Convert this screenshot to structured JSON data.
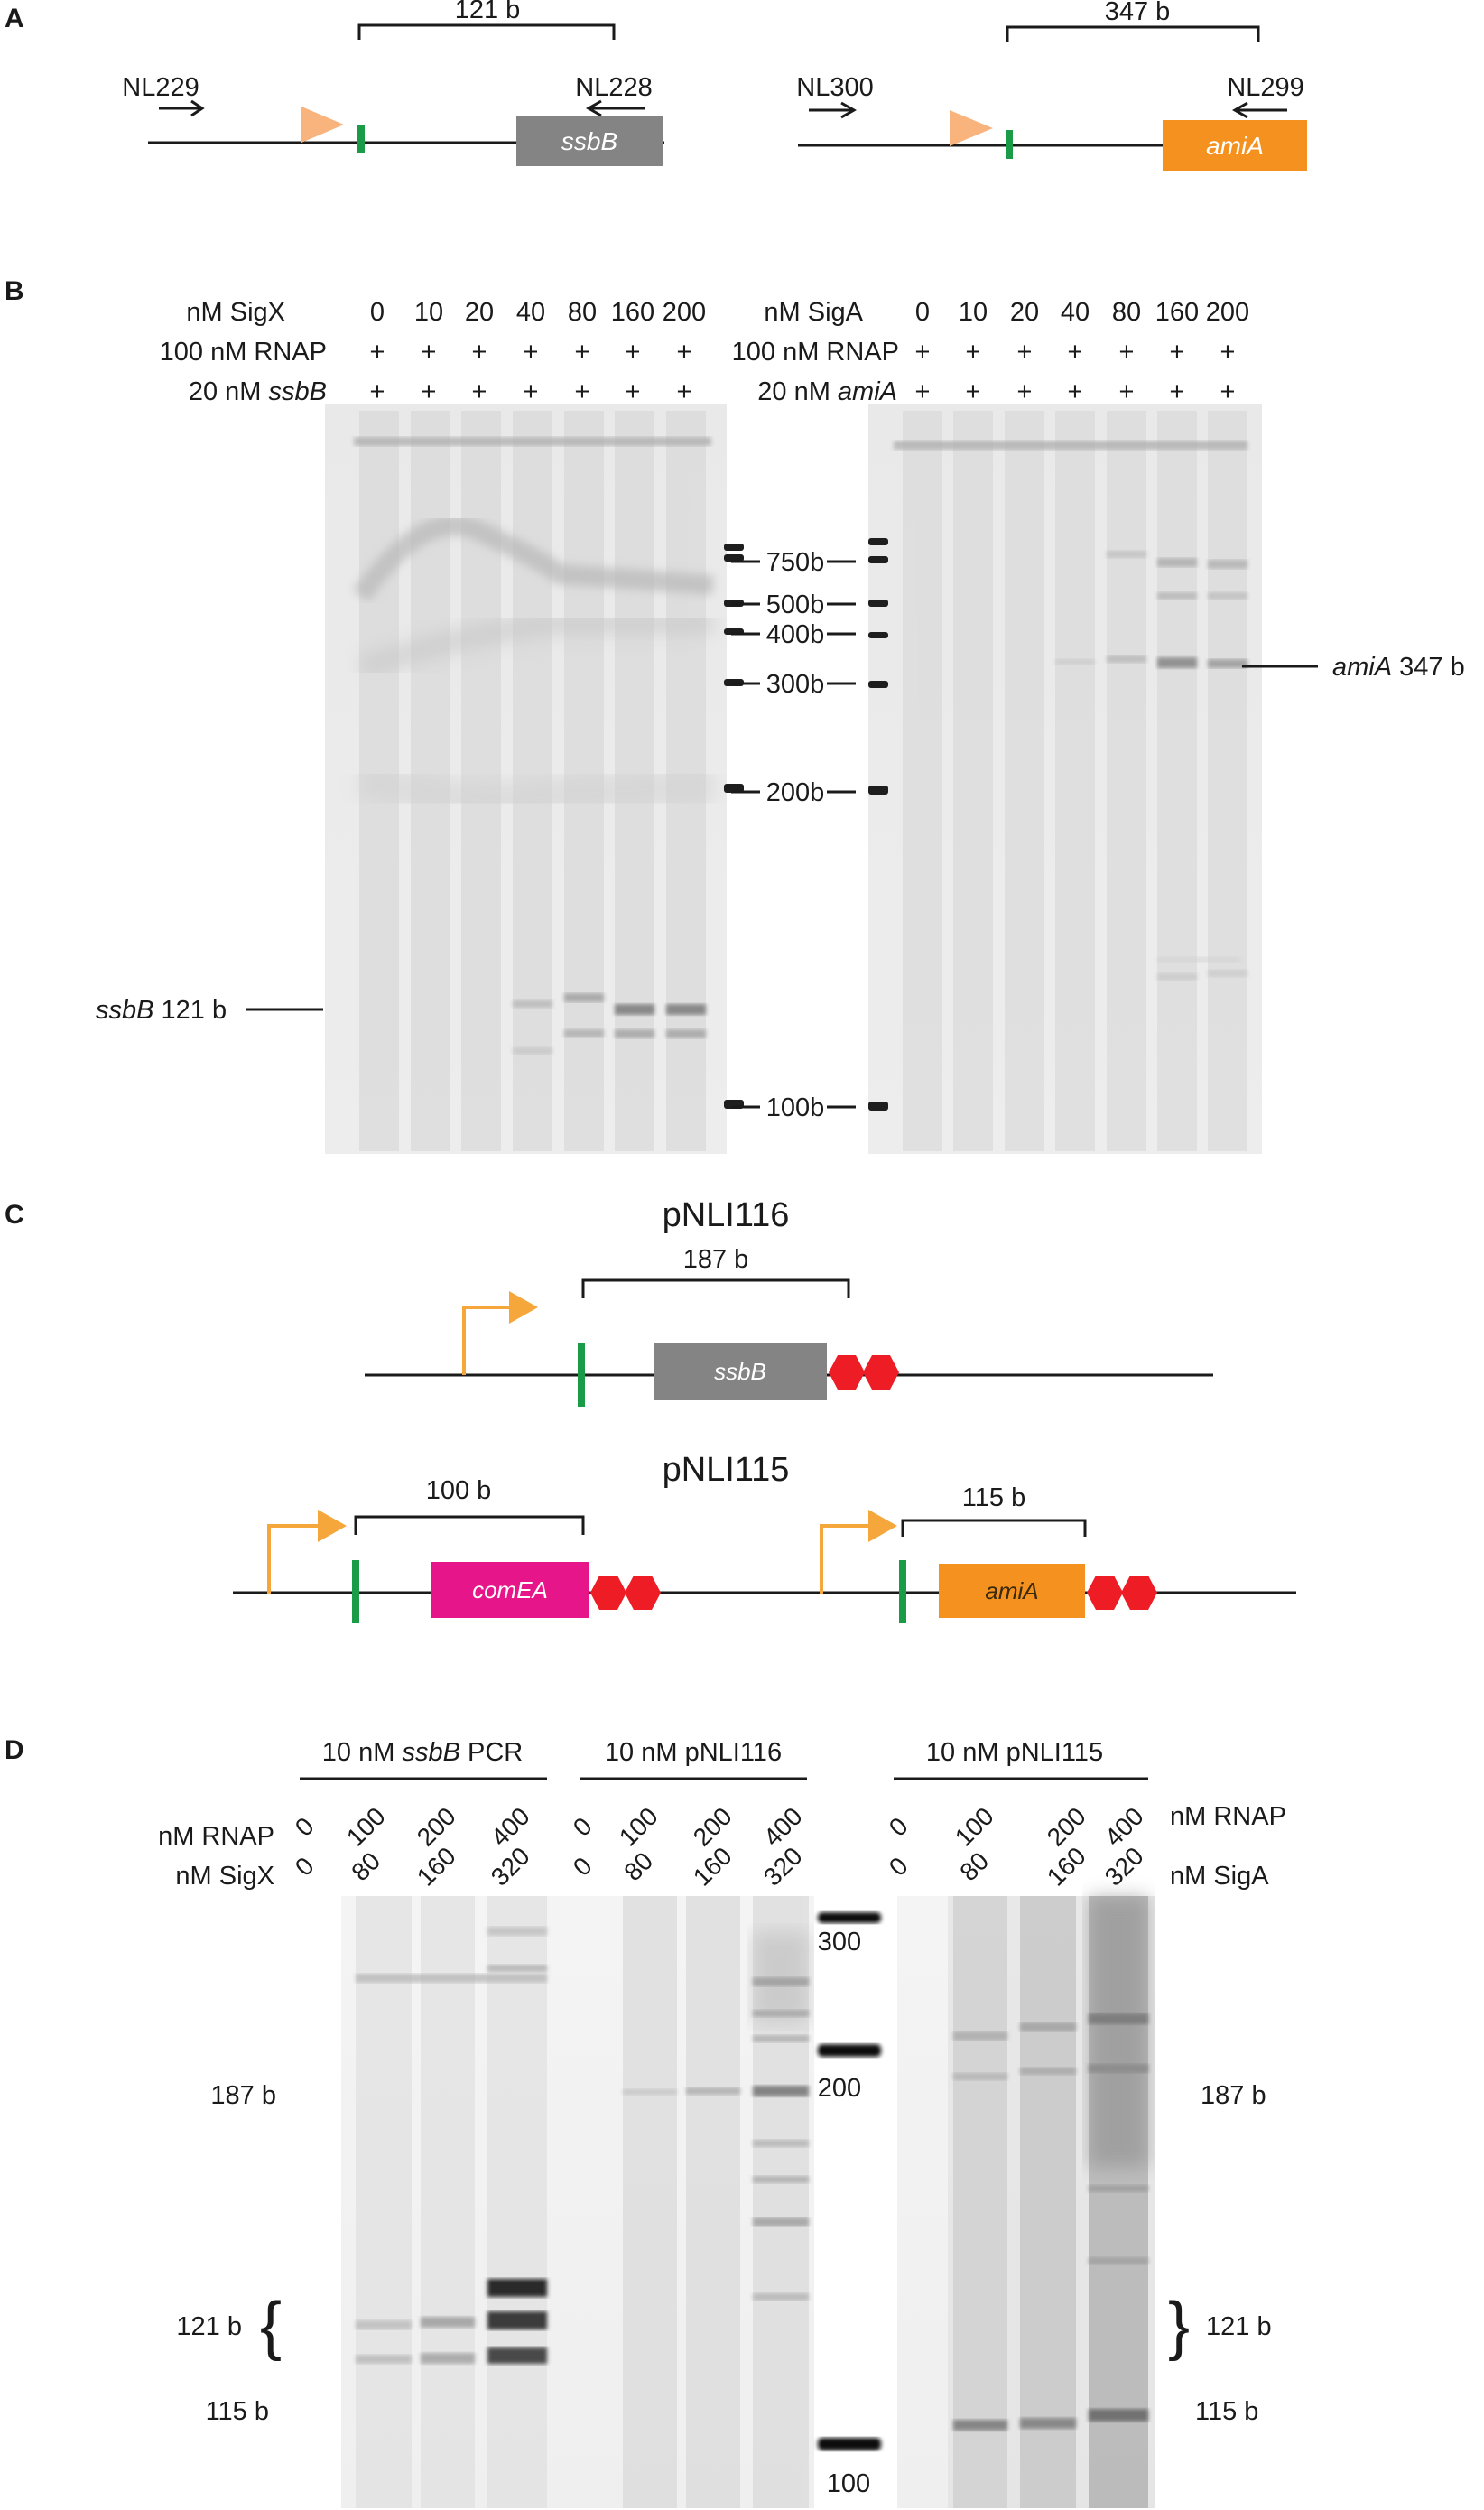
{
  "panel_a": {
    "label": "A",
    "left": {
      "span": "121 b",
      "fwd_primer": "NL229",
      "rev_primer": "NL228",
      "gene": "ssbB"
    },
    "right": {
      "span": "347 b",
      "fwd_primer": "NL300",
      "rev_primer": "NL299",
      "gene": "amiA"
    }
  },
  "panel_b": {
    "label": "B",
    "left": {
      "row1_label": "nM SigX",
      "row2_label": "100 nM RNAP",
      "row3_prefix": "20 nM ",
      "row3_gene": "ssbB",
      "conc": [
        "0",
        "10",
        "20",
        "40",
        "80",
        "160",
        "200"
      ],
      "plus": "+",
      "band_gene": "ssbB",
      "band_size": " 121 b"
    },
    "right": {
      "row1_label": "nM SigA",
      "row2_label": "100 nM RNAP",
      "row3_prefix": "20 nM ",
      "row3_gene": "amiA",
      "conc": [
        "0",
        "10",
        "20",
        "40",
        "80",
        "160",
        "200"
      ],
      "plus": "+",
      "band_gene": "amiA",
      "band_size": " 347 b"
    },
    "ladder": [
      "750b",
      "500b",
      "400b",
      "300b",
      "200b",
      "100b"
    ]
  },
  "panel_c": {
    "label": "C",
    "plasmid1": {
      "name": "pNLI116",
      "span": "187 b",
      "gene": "ssbB"
    },
    "plasmid2": {
      "name": "pNLI115",
      "span_left": "100 b",
      "gene_left": "comEA",
      "span_right": "115 b",
      "gene_right": "amiA"
    }
  },
  "panel_d": {
    "label": "D",
    "group1": {
      "prefix": "10 nM ",
      "gene": "ssbB",
      "suffix": " PCR"
    },
    "group2": "10 nM pNLI116",
    "group3": "10 nM pNLI115",
    "row_rnap": "nM RNAP",
    "row_sigx": "nM SigX",
    "row_siga": "nM SigA",
    "rnap": [
      "0",
      "100",
      "200",
      "400"
    ],
    "sig": [
      "0",
      "80",
      "160",
      "320"
    ],
    "ladder": [
      "300",
      "200",
      "100"
    ],
    "sizes": [
      "187 b",
      "121 b",
      "115 b"
    ],
    "brace_left": "{",
    "brace_right": "}"
  },
  "colors": {
    "ssbB": "#848484",
    "amiA": "#f5911e",
    "comEA": "#e6168a",
    "terminator": "#ee1c25",
    "promoter": "#f5a73c",
    "box": "#1a9b48"
  }
}
